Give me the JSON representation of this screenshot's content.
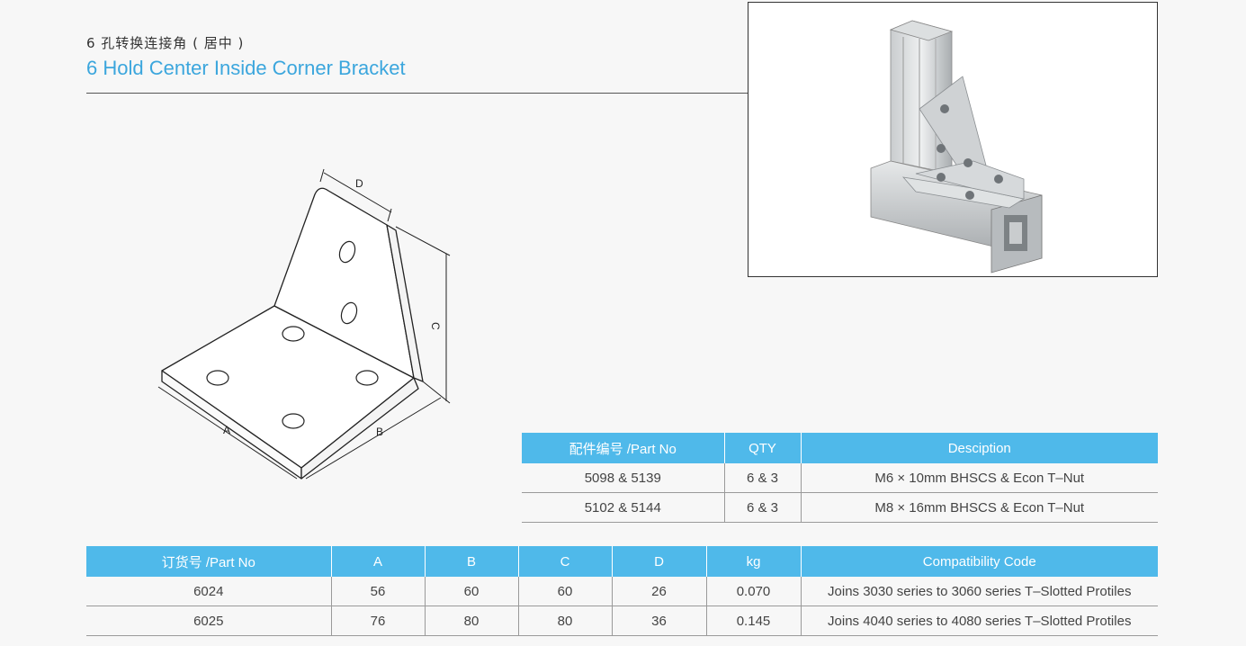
{
  "header": {
    "title_cn": "6 孔转换连接角 ( 居中 )",
    "title_en": "6 Hold Center Inside Corner Bracket"
  },
  "drawing": {
    "labels": {
      "a": "A",
      "b": "B",
      "c": "C",
      "d": "D"
    }
  },
  "photo": {
    "description_icon": "bracket-photo"
  },
  "parts_table": {
    "headers": [
      "配件编号 /Part No",
      "QTY",
      "Desciption"
    ],
    "rows": [
      [
        "5098 & 5139",
        "6 & 3",
        "M6 × 10mm BHSCS & Econ T–Nut"
      ],
      [
        "5102 & 5144",
        "6 & 3",
        "M8 × 16mm BHSCS & Econ T–Nut"
      ]
    ]
  },
  "order_table": {
    "headers": [
      "订货号 /Part No",
      "A",
      "B",
      "C",
      "D",
      "kg",
      "Compatibility Code"
    ],
    "rows": [
      [
        "6024",
        "56",
        "60",
        "60",
        "26",
        "0.070",
        "Joins 3030 series to 3060 series T–Slotted Protiles"
      ],
      [
        "6025",
        "76",
        "80",
        "80",
        "36",
        "0.145",
        "Joins 4040 series to 4080 series T–Slotted Protiles"
      ]
    ]
  },
  "colors": {
    "accent": "#3ba6dd",
    "header_bg": "#4fb9ea"
  }
}
